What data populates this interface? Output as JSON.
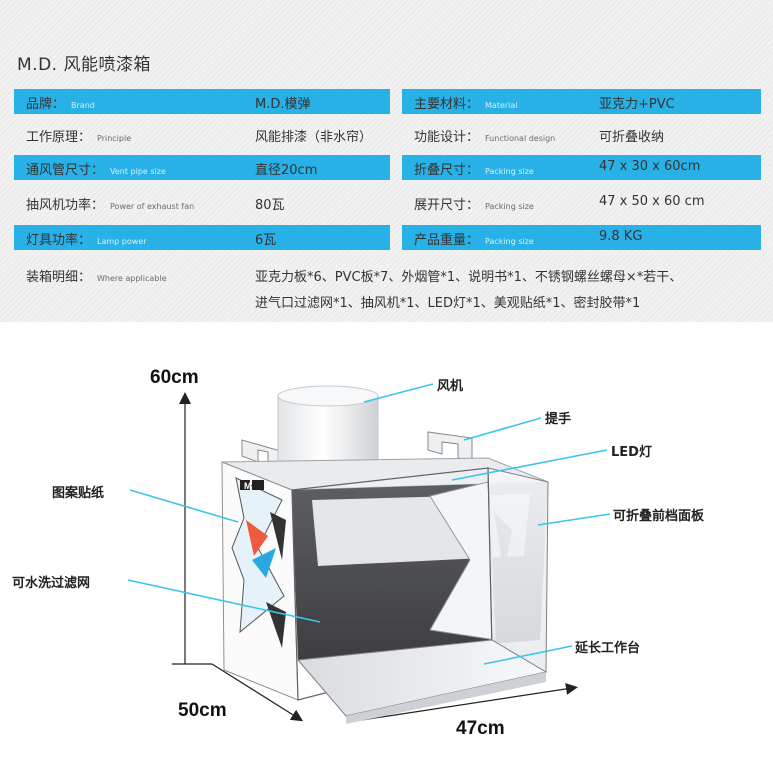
{
  "title": "M.D. 风能喷漆箱",
  "specs": {
    "brand": {
      "label": "品牌：",
      "en": "Brand",
      "value": "M.D.模弹"
    },
    "material": {
      "label": "主要材料：",
      "en": "Material",
      "value": "亚克力+PVC"
    },
    "principle": {
      "label": "工作原理：",
      "en": "Principle",
      "value": "风能排漆（非水帘）"
    },
    "design": {
      "label": "功能设计：",
      "en": "Functional design",
      "value": "可折叠收纳"
    },
    "vent": {
      "label": "通风管尺寸：",
      "en": "Vent pipe size",
      "value": "直径20cm"
    },
    "folded": {
      "label": "折叠尺寸：",
      "en": "Packing size",
      "value": "47 x 30 x 60cm"
    },
    "fan_power": {
      "label": "抽风机功率：",
      "en": "Power of exhaust fan",
      "value": "80瓦"
    },
    "unfolded": {
      "label": "展开尺寸：",
      "en": "Packing size",
      "value": "47 x 50 x 60 cm"
    },
    "lamp": {
      "label": "灯具功率：",
      "en": "Lamp power",
      "value": "6瓦"
    },
    "weight": {
      "label": "产品重量：",
      "en": "Packing size",
      "value": "9.8 KG"
    },
    "packing": {
      "label": "装箱明细：",
      "en": "Where applicable",
      "line1": "亚克力板*6、PVC板*7、外烟管*1、说明书*1、不锈钢螺丝螺母×*若干、",
      "line2": "进气口过滤网*1、抽风机*1、LED灯*1、美观贴纸*1、密封胶带*1"
    }
  },
  "dimensions": {
    "height": "60cm",
    "depth": "50cm",
    "width": "47cm"
  },
  "callouts": {
    "fan": "风机",
    "handle": "提手",
    "led": "LED灯",
    "front_panel": "可折叠前档面板",
    "sticker": "图案贴纸",
    "filter": "可水洗过滤网",
    "table": "延长工作台"
  },
  "logo_text": "M",
  "colors": {
    "accent": "#27b1e6",
    "callout_line": "#3cc4ec"
  }
}
